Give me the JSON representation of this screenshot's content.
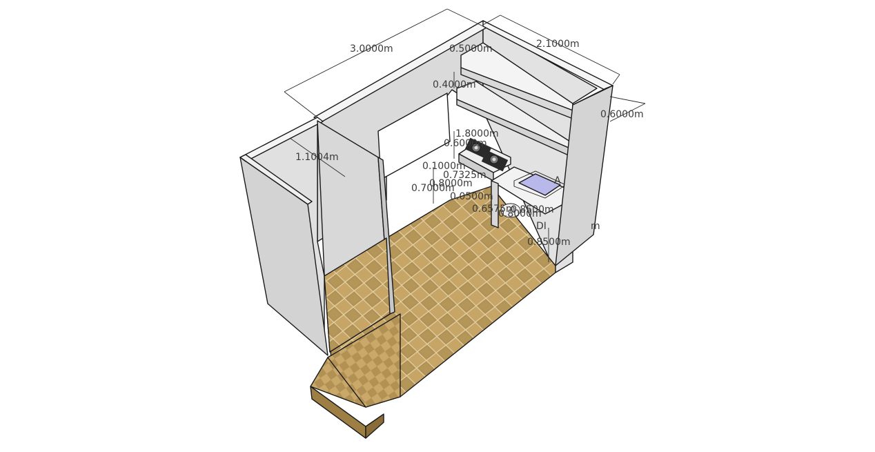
{
  "colors": {
    "wall_face": "#d6d6d6",
    "wall_inner": "#e4e4e4",
    "wall_top": "#f4f4f4",
    "tile_light": "#c9a86a",
    "tile_dark": "#a8874c",
    "sink_water": "#b9b8ea",
    "shelf": "#f2f2f2"
  },
  "dimensions": {
    "length_3000": "3.0000m",
    "depth_0500": "0.5000m",
    "width_2100": "2.1000m",
    "gap_0400": "0.4000m",
    "side_0600": "0.6000m",
    "wall_1104": "1.1004m",
    "counter_1800": "1.8000m",
    "stove_0600": "0.6000m",
    "d_0100": "0.1000m",
    "d_0732": "0.7325m",
    "d_0800": "0.8000m",
    "d_0700": "0.7000m",
    "d_0050": "0.0500m",
    "d_0657": "0.6575m",
    "d_0800b": "0.8000m",
    "d_0850a": "0.8500m",
    "d_0850b": "0.8500m",
    "label_di": "DI",
    "label_m": "m",
    "label_a": "A"
  }
}
